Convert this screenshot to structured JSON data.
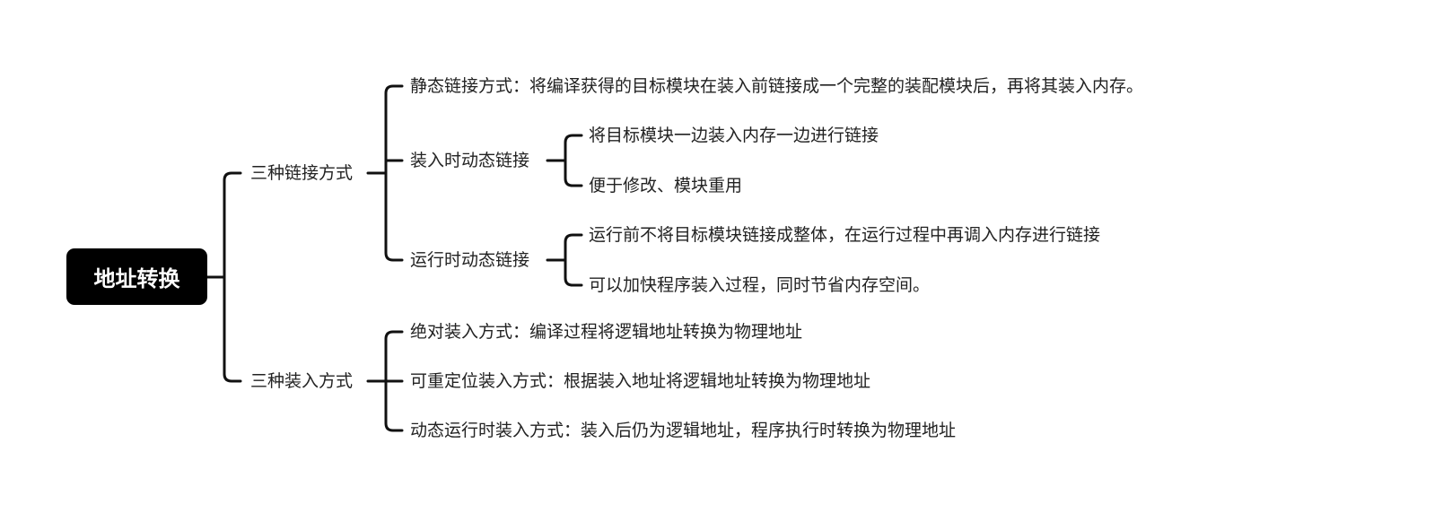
{
  "root": {
    "label": "地址转换"
  },
  "branches": [
    {
      "label": "三种链接方式",
      "children": [
        {
          "label": "静态链接方式：将编译获得的目标模块在装入前链接成一个完整的装配模块后，再将其装入内存。"
        },
        {
          "label": "装入时动态链接",
          "children": [
            {
              "label": "将目标模块一边装入内存一边进行链接"
            },
            {
              "label": "便于修改、模块重用"
            }
          ]
        },
        {
          "label": "运行时动态链接",
          "children": [
            {
              "label": "运行前不将目标模块链接成整体，在运行过程中再调入内存进行链接"
            },
            {
              "label": "可以加快程序装入过程，同时节省内存空间。"
            }
          ]
        }
      ]
    },
    {
      "label": "三种装入方式",
      "children": [
        {
          "label": "绝对装入方式：编译过程将逻辑地址转换为物理地址"
        },
        {
          "label": "可重定位装入方式：根据装入地址将逻辑地址转换为物理地址"
        },
        {
          "label": "动态运行时装入方式：装入后仍为逻辑地址，程序执行时转换为物理地址"
        }
      ]
    }
  ]
}
